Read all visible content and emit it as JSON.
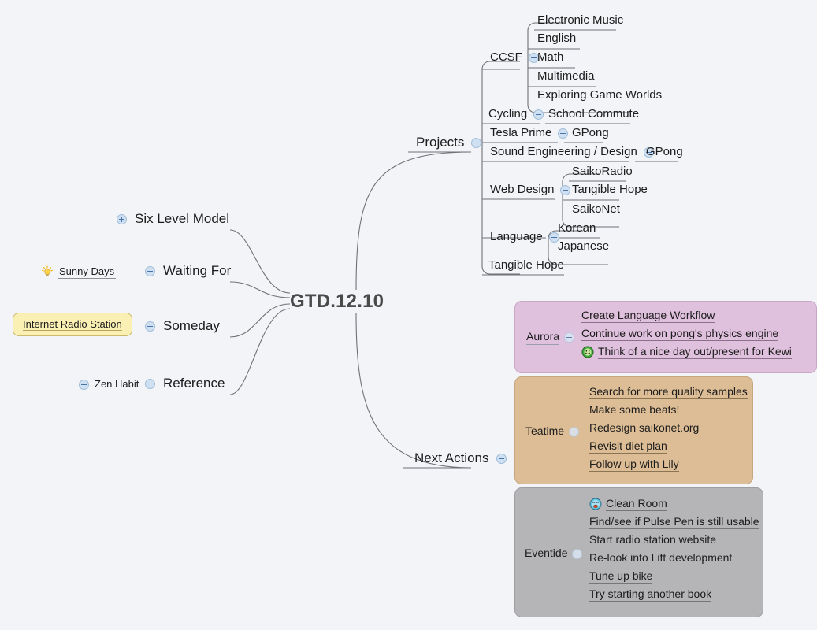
{
  "central": {
    "label": "GTD.12.10"
  },
  "branches": {
    "projects": {
      "label": "Projects",
      "toggle": "collapse-toggle-minus",
      "children": [
        {
          "label": "CCSF",
          "toggle": "collapse-toggle-minus",
          "children": [
            {
              "label": "Electronic Music"
            },
            {
              "label": "English"
            },
            {
              "label": "Math"
            },
            {
              "label": "Multimedia"
            },
            {
              "label": "Exploring Game Worlds"
            }
          ]
        },
        {
          "label": "Cycling",
          "toggle": "collapse-toggle-minus",
          "children": [
            {
              "label": "School Commute"
            }
          ]
        },
        {
          "label": "Tesla Prime",
          "toggle": "collapse-toggle-minus",
          "children": [
            {
              "label": "GPong"
            }
          ]
        },
        {
          "label": "Sound Engineering / Design",
          "toggle": "collapse-toggle-minus",
          "children": [
            {
              "label": "GPong"
            }
          ]
        },
        {
          "label": "Web Design",
          "toggle": "collapse-toggle-minus",
          "children": [
            {
              "label": "SaikoRadio"
            },
            {
              "label": "Tangible Hope"
            },
            {
              "label": "SaikoNet"
            }
          ]
        },
        {
          "label": "Language",
          "toggle": "collapse-toggle-minus",
          "children": [
            {
              "label": "Korean"
            },
            {
              "label": "Japanese"
            }
          ]
        },
        {
          "label": "Tangible Hope",
          "children": []
        }
      ]
    },
    "left": [
      {
        "label": "Six Level Model",
        "toggle": "expand-toggle-plus",
        "toggle_side": "left"
      },
      {
        "label": "Waiting For",
        "toggle": "collapse-toggle-minus",
        "child": {
          "label": "Sunny Days",
          "icon": "lightbulb-idea-icon"
        }
      },
      {
        "label": "Someday",
        "toggle": "collapse-toggle-minus",
        "child": {
          "label": "Internet Radio Station",
          "style": "yellow-callout"
        }
      },
      {
        "label": "Reference",
        "toggle": "collapse-toggle-minus",
        "child": {
          "label": "Zen Habit",
          "toggle": "expand-toggle-plus"
        }
      }
    ],
    "next_actions": {
      "label": "Next Actions",
      "toggle": "collapse-toggle-minus",
      "groups": [
        {
          "name": "Aurora",
          "toggle": "collapse-toggle-minus",
          "color": "#dfc0dd",
          "items": [
            {
              "text": "Create Language Workflow"
            },
            {
              "text": "Continue work on pong's physics engine"
            },
            {
              "text": "Think of a nice day out/present for Kewi",
              "icon": "green-smiley-icon"
            }
          ]
        },
        {
          "name": "Teatime",
          "toggle": "collapse-toggle-minus",
          "color": "#ddbd95",
          "items": [
            {
              "text": "Search for more quality samples"
            },
            {
              "text": "Make some beats!"
            },
            {
              "text": "Redesign saikonet.org"
            },
            {
              "text": "Revisit diet plan"
            },
            {
              "text": "Follow up with Lily"
            }
          ]
        },
        {
          "name": "Eventide",
          "toggle": "collapse-toggle-minus",
          "color": "#b5b5b7",
          "items": [
            {
              "text": "Clean Room",
              "icon": "blue-yawning-face-icon"
            },
            {
              "text": "Find/see if Pulse Pen is still usable"
            },
            {
              "text": "Start radio station website"
            },
            {
              "text": "Re-look into Lift development"
            },
            {
              "text": "Tune up bike"
            },
            {
              "text": "Try starting another book"
            }
          ]
        }
      ]
    }
  },
  "colors": {
    "background": "#f2f4f7",
    "wire": "#6f7177",
    "toggle_fill": "#cfe0f2",
    "toggle_stroke": "#9fbcd8",
    "central_text": "#4a4a4a",
    "yellow_callout": "#faf0b4"
  }
}
